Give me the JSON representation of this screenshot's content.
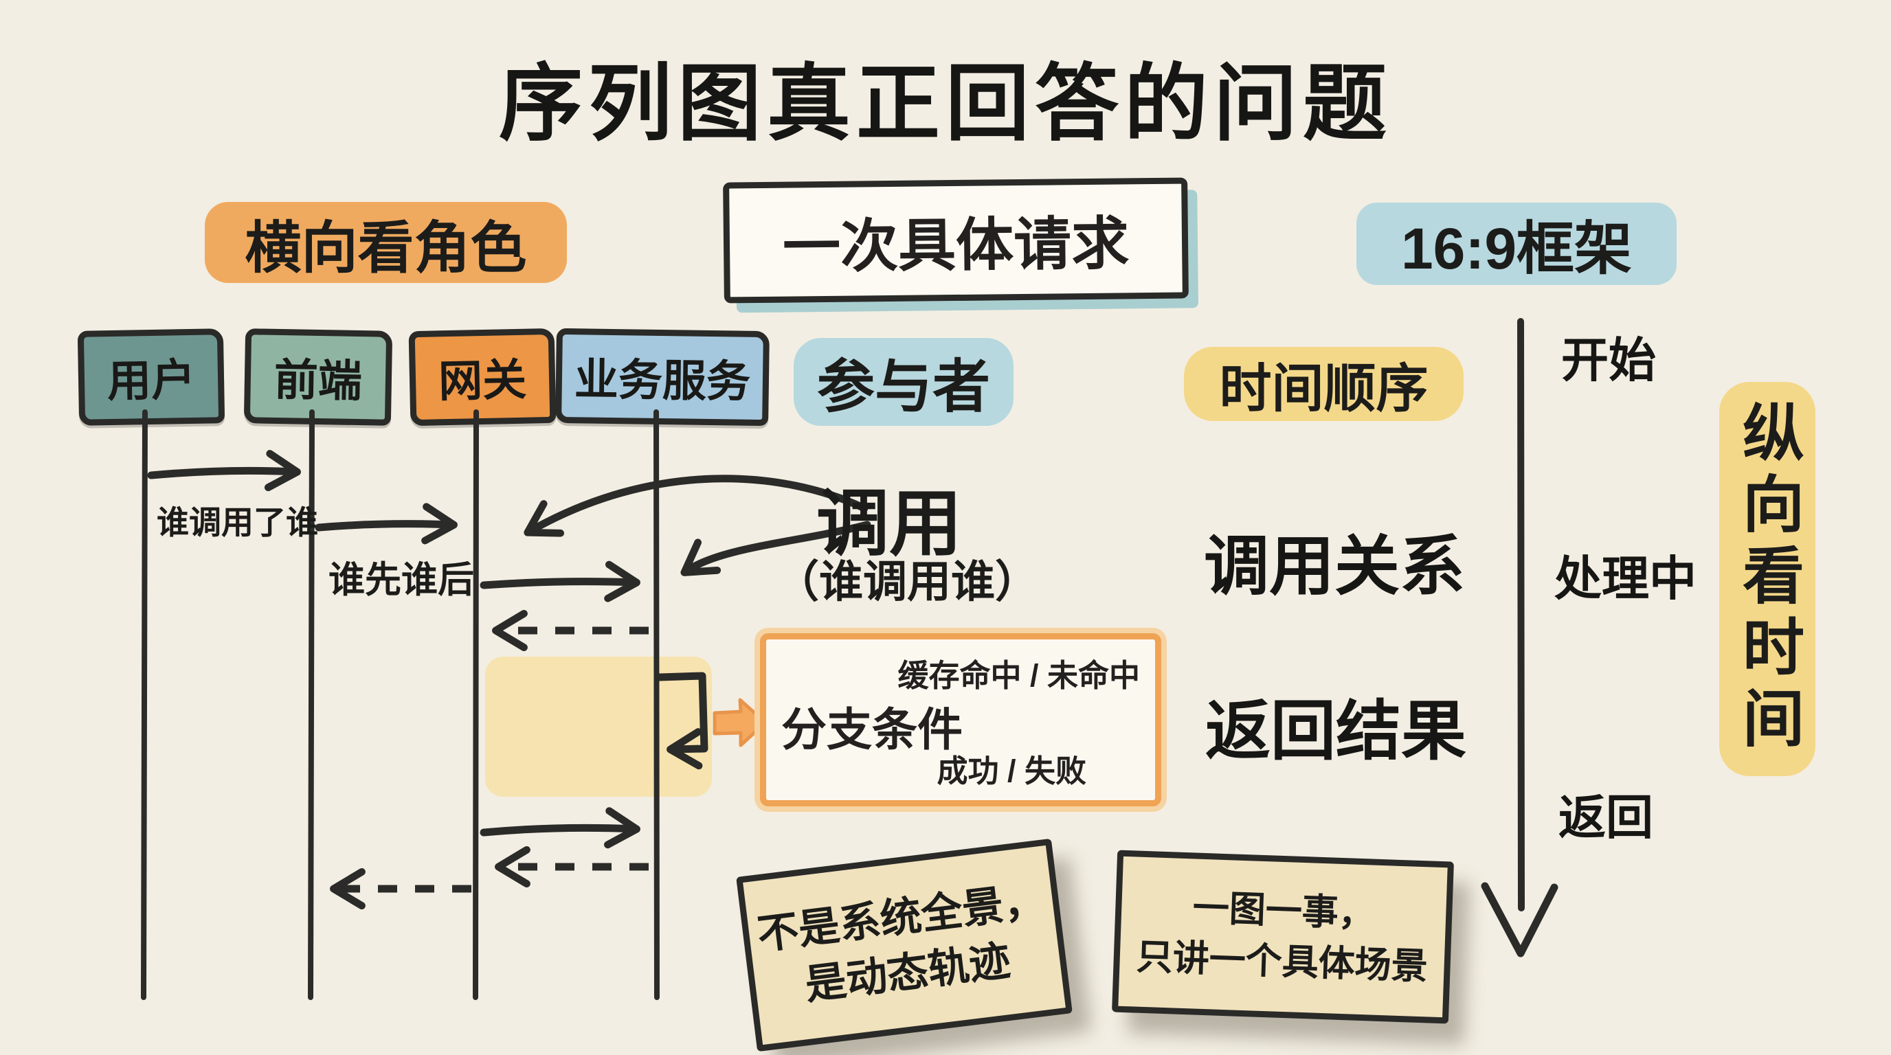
{
  "title": "序列图真正回答的问题",
  "header": {
    "left_tag": "横向看角色",
    "center_tag": "一次具体请求",
    "right_tag": "16:9框架"
  },
  "actors": [
    {
      "label": "用户",
      "color": "#6e9691"
    },
    {
      "label": "前端",
      "color": "#8fb5a2"
    },
    {
      "label": "网关",
      "color": "#ec9646"
    },
    {
      "label": "业务服务",
      "color": "#a5c8de"
    }
  ],
  "participants_tag": "参与者",
  "messages": {
    "who_called_label": "谁调用了谁",
    "order_label": "谁先谁后",
    "call_label": "调用",
    "call_sub_label": "（谁调用谁）"
  },
  "branch_box": {
    "top_text": "缓存命中 / 未命中",
    "title": "分支条件",
    "bottom_text": "成功 / 失败"
  },
  "right_column": {
    "tag": "时间顺序",
    "item1": "调用关系",
    "item2": "返回结果"
  },
  "timeline": {
    "start": "开始",
    "processing": "处理中",
    "return": "返回",
    "vertical_tag": "纵向看时间"
  },
  "notes": [
    {
      "line1": "不是系统全景，",
      "line2": "是动态轨迹"
    },
    {
      "line1": "一图一事，",
      "line2": "只讲一个具体场景"
    }
  ],
  "colors": {
    "background": "#f3eee3",
    "ink": "#2b2b29",
    "orange_highlight": "#f0aa5f",
    "blue_highlight": "#b7d8df",
    "yellow_highlight": "#f4d88a",
    "activation_fill": "#f6e3af",
    "branch_border": "#efa355",
    "note_fill": "#f0e2bd",
    "request_box_shadow": "#a9ced0"
  }
}
